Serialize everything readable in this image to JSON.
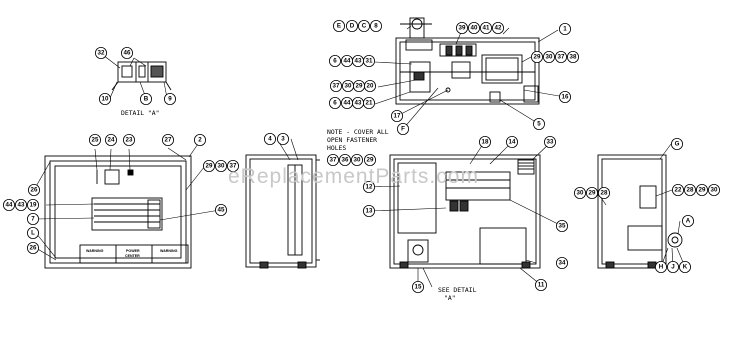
{
  "watermark": "eReplacementParts.com",
  "notes": {
    "detail_top": "DETAIL \"A\"",
    "cover_note_1": "NOTE - COVER ALL",
    "cover_note_2": "OPEN FASTENER",
    "cover_note_3": "HOLES",
    "see_detail_1": "SEE DETAIL",
    "see_detail_2": "\"A\""
  },
  "panel_text": {
    "warn_left": "WARNING",
    "warn_mid_1": "POWER",
    "warn_mid_2": "CENTER",
    "warn_right": "WARNING"
  },
  "callouts": {
    "c32": "32",
    "c46": "46",
    "c10": "10",
    "cB": "B",
    "c9": "9",
    "cE": "E",
    "cD": "D",
    "cC": "C",
    "c8": "8",
    "c39": "39",
    "c40": "40",
    "c41": "41",
    "c42": "42",
    "c1": "1",
    "c6a": "6",
    "c44a": "44",
    "c43a": "43",
    "c31": "31",
    "c29a": "29",
    "c30a": "30",
    "c37a": "37",
    "c38": "38",
    "c37b": "37",
    "c30b": "30",
    "c29b": "29",
    "c20": "20",
    "c16": "16",
    "c6b": "6",
    "c44b": "44",
    "c43b": "43",
    "c21": "21",
    "c17": "17",
    "cF": "F",
    "c5": "5",
    "c25": "25",
    "c24": "24",
    "c23": "23",
    "c27": "27",
    "c2": "2",
    "c26a": "26",
    "c29c": "29",
    "c30c": "30",
    "c37c": "37",
    "c44c": "44",
    "c43c": "43",
    "c19": "19",
    "c7": "7",
    "c45": "45",
    "cL": "L",
    "c26b": "26",
    "c4": "4",
    "c3": "3",
    "c37d": "37",
    "c36": "36",
    "c30d": "30",
    "c29d": "29",
    "c18": "18",
    "c14": "14",
    "c33": "33",
    "c12": "12",
    "c13": "13",
    "c35": "35",
    "c34": "34",
    "c11": "11",
    "c15": "15",
    "cG": "G",
    "c30e": "30",
    "c29e": "29",
    "c28a": "28",
    "c22": "22",
    "c28b": "28",
    "c29f": "29",
    "c30f": "30",
    "cA": "A",
    "cH": "H",
    "cJ": "J",
    "cK": "K"
  }
}
